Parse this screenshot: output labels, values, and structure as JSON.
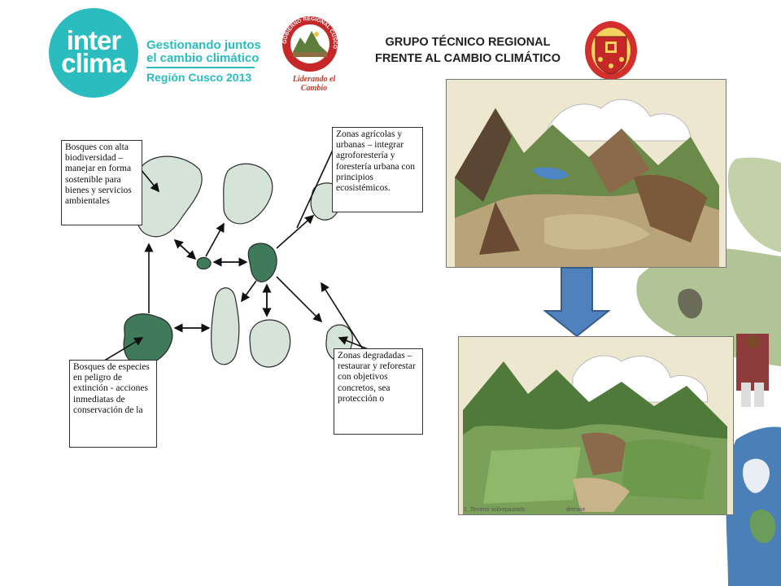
{
  "header": {
    "logo_line1": "inter",
    "logo_line2": "clima",
    "tagline_line1": "Gestionando juntos",
    "tagline_line2": "el cambio climático",
    "tagline_region": "Región Cusco 2013",
    "seal_caption": "Liderando el Cambio",
    "group_title_line1": "GRUPO TÉCNICO REGIONAL",
    "group_title_line2": "FRENTE AL CAMBIO CLIMÁTICO",
    "seal_ring_text": "GOBIERNO REGIONAL CUSCO"
  },
  "diagram": {
    "box_top_left": "Bosques con alta biodiversidad – manejar en forma sostenible para bienes y servicios ambientales",
    "box_top_right": "Zonas agrícolas y urbanas – integrar agroforestería y forestería urbana con principios ecosistémicos.",
    "box_bottom_left": "Bosques de especies en peligro de extinción - acciones inmediatas de conservación de la",
    "box_bottom_right": "Zonas degradadas – restaurar y reforestar con objetivos concretos, sea protección o",
    "colors": {
      "light_patch": "#d5e3d9",
      "dark_patch": "#3f7a5a",
      "outline": "#2a2a2a"
    }
  },
  "illustrations": {
    "top_caption": "",
    "bottom_caption_left": "1. Terreno sobrepastado",
    "bottom_caption_mid": "drenaje",
    "arrow_color": "#4f81bd"
  }
}
